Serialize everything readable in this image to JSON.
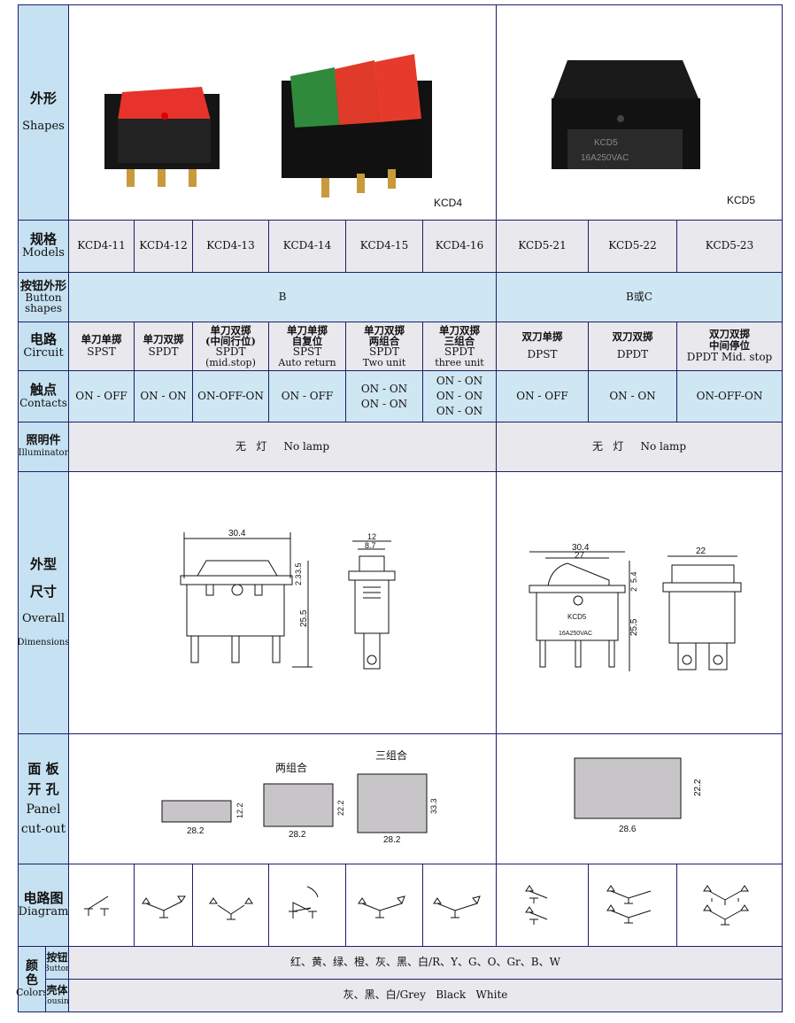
{
  "row_labels": {
    "shapes": {
      "zh": "外形",
      "en": "Shapes"
    },
    "models": {
      "zh": "规格",
      "en": "Models"
    },
    "button": {
      "zh": "按钮外形",
      "en": "Button shapes"
    },
    "circuit": {
      "zh": "电路",
      "en": "Circuit"
    },
    "contacts": {
      "zh": "触点",
      "en": "Contacts"
    },
    "illuminator": {
      "zh": "照明件",
      "en": "Illuminator"
    },
    "dimensions": {
      "zh1": "外型",
      "zh2": "尺寸",
      "en1": "Overall",
      "en2": "Dimensions"
    },
    "cutout": {
      "zh1": "面 板",
      "zh2": "开 孔",
      "en1": "Panel",
      "en2": "cut-out"
    },
    "diagram": {
      "zh": "电路图",
      "en": "Diagram"
    },
    "colors": {
      "zh": "颜色",
      "en": "Colors",
      "button_zh": "按钮",
      "button_en": "Button",
      "housing_zh": "壳体",
      "housing_en": "Housing"
    }
  },
  "shapes": {
    "kcd4_label": "KCD4",
    "kcd5_label": "KCD5",
    "kcd5_print1": "KCD5",
    "kcd5_print2": "16A250VAC"
  },
  "models": [
    "KCD4-11",
    "KCD4-12",
    "KCD4-13",
    "KCD4-14",
    "KCD4-15",
    "KCD4-16",
    "KCD5-21",
    "KCD5-22",
    "KCD5-23"
  ],
  "button_shapes": {
    "kcd4": "B",
    "kcd5": "B或C"
  },
  "circuits": [
    {
      "zh": "单刀单掷",
      "en": "SPST",
      "note": ""
    },
    {
      "zh": "单刀双掷",
      "en": "SPDT",
      "note": ""
    },
    {
      "zh": "单刀双掷",
      "zh2": "(中间行位)",
      "en": "SPDT",
      "note": "(mid.stop)"
    },
    {
      "zh": "单刀单掷",
      "zh2": "自复位",
      "en": "SPST",
      "note": "Auto return"
    },
    {
      "zh": "单刀双掷",
      "zh2": "两组合",
      "en": "SPDT",
      "note": "Two unit"
    },
    {
      "zh": "单刀双掷",
      "zh2": "三组合",
      "en": "SPDT",
      "note": "three unit"
    },
    {
      "zh": "双刀单掷",
      "en": "DPST"
    },
    {
      "zh": "双刀双掷",
      "en": "DPDT"
    },
    {
      "zh": "双刀双掷",
      "zh2": "中间停位",
      "en": "DPDT  Mid. stop"
    }
  ],
  "contacts": [
    [
      "ON - OFF"
    ],
    [
      "ON - ON"
    ],
    [
      "ON-OFF-ON"
    ],
    [
      "ON - OFF"
    ],
    [
      "ON - ON",
      "ON - ON"
    ],
    [
      "ON - ON",
      "ON - ON",
      "ON - ON"
    ],
    [
      "ON - OFF"
    ],
    [
      "ON - ON"
    ],
    [
      "ON-OFF-ON"
    ]
  ],
  "illuminator": {
    "kcd4": "无   灯     No lamp",
    "kcd5": "无   灯     No lamp"
  },
  "dimensions": {
    "kcd4": {
      "width": "30.4",
      "top1": "3.5",
      "top2": "2.3",
      "height": "25.5",
      "side_width": "12",
      "side_inner": "8.7"
    },
    "kcd5": {
      "width": "30.4",
      "inner": "27",
      "top1": "5.4",
      "top2": "2",
      "height": "25.5",
      "side_width": "22",
      "print1": "KCD5",
      "print2": "16A250VAC"
    }
  },
  "cutout": {
    "single": {
      "w": "28.2",
      "h": "12.2"
    },
    "two": {
      "label": "两组合",
      "w": "28.2",
      "h": "22.2"
    },
    "three": {
      "label": "三组合",
      "w": "28.2",
      "h": "33.3"
    },
    "kcd5": {
      "w": "28.6",
      "h": "22.2"
    }
  },
  "colors": {
    "button": "红、黄、绿、橙、灰、黑、白/R、Y、G、O、Gr、B、W",
    "housing": "灰、黑、白/Grey   Black   White"
  },
  "palette": {
    "border": "#1b1f6a",
    "header": "#c6e1f1",
    "grey_row": "#e9e8ec",
    "blue_row": "#cfe6f3"
  }
}
